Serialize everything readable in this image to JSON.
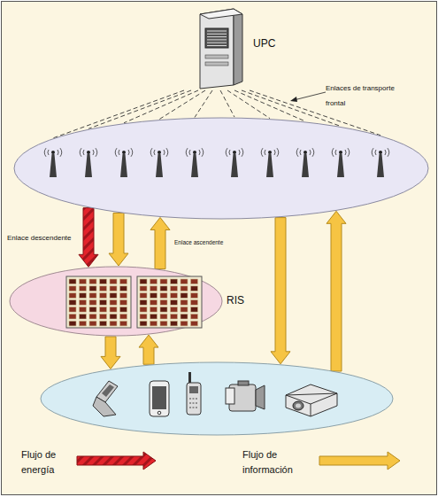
{
  "diagram": {
    "nodes": [
      {
        "text": [
          "UPC"
        ]
      },
      {
        "text": []
      },
      {
        "text": [
          "RIS"
        ]
      },
      {
        "text": []
      }
    ],
    "edges": [
      {
        "from": 0,
        "to": 1,
        "arrow": "none"
      },
      {
        "from": 1,
        "to": 2,
        "arrow": "to"
      },
      {
        "from": 1,
        "to": 2,
        "arrow": "to"
      },
      {
        "from": 2,
        "to": 1,
        "arrow": "to"
      },
      {
        "from": 2,
        "to": 3,
        "arrow": "to"
      },
      {
        "from": 3,
        "to": 2,
        "arrow": "to"
      },
      {
        "from": 1,
        "to": 3,
        "arrow": "to"
      },
      {
        "from": 3,
        "to": 1,
        "arrow": "to"
      }
    ],
    "labels": [
      "Enlaces de transporte frontal",
      "Enlace descendente",
      "Enlace ascendente"
    ],
    "legend": [
      {
        "text": "Flujo de energía"
      },
      {
        "text": "Flujo de información"
      }
    ]
  }
}
